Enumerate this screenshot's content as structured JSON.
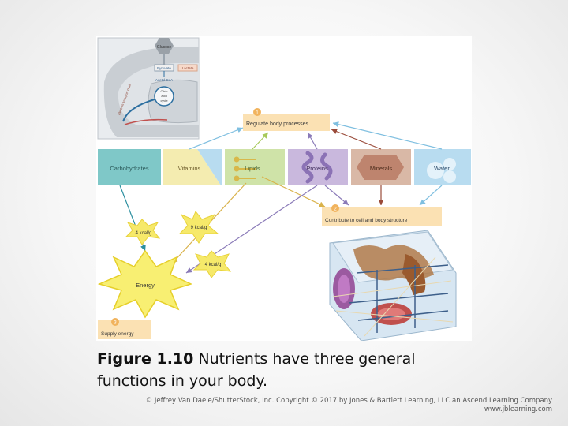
{
  "inset": {
    "glucose": "Glucose",
    "pyruvate": "Pyruvate",
    "lactate": "Lactate",
    "acetyl_coa": "Acetyl CoA",
    "citric_acid_cycle": [
      "Citric",
      "acid",
      "cycle"
    ],
    "etc": "Electron transport chain"
  },
  "nutrients": [
    {
      "label": "Carbohydrates",
      "color": "#7fc8c8"
    },
    {
      "label": "Vitamins",
      "color": "#f4ecb0"
    },
    {
      "label": "Lipids",
      "color": "#cfe3a8"
    },
    {
      "label": "Proteins",
      "color": "#c9b8dd"
    },
    {
      "label": "Minerals",
      "color": "#d9b8a6"
    },
    {
      "label": "Water",
      "color": "#b8dcf0"
    }
  ],
  "functions": [
    {
      "number": "1",
      "label": "Regulate body processes"
    },
    {
      "number": "2",
      "label": "Contribute to cell and body structure"
    },
    {
      "number": "3",
      "label": "Supply energy"
    }
  ],
  "energy": {
    "center": "Energy",
    "carbs_kcal": "4 kcal/g",
    "lipids_kcal": "9 kcal/g",
    "protein_kcal": "4 kcal/g"
  },
  "caption": {
    "prefix": "Figure 1.10",
    "text": " Nutrients have three general functions in your body."
  },
  "credit": {
    "line1": "© Jeffrey Van Daele/ShutterStock, Inc. Copyright © 2017 by Jones & Bartlett Learning, LLC an Ascend Learning Company",
    "line2": "www.jblearning.com"
  },
  "colors": {
    "accent_box": "#fbe1b3",
    "badge": "#f1b35d"
  }
}
